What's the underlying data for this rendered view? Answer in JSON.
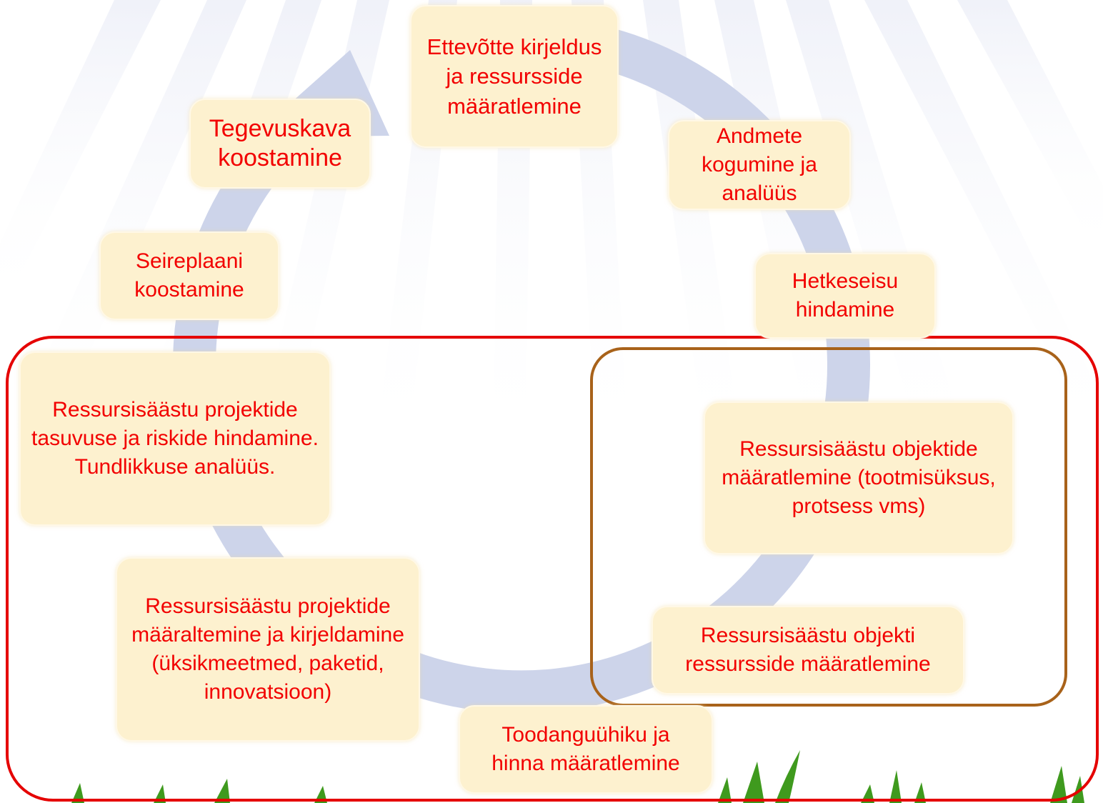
{
  "colors": {
    "box_fill": "#fdf1cf",
    "box_text": "#f20000",
    "cycle_arrow": "#cdd4ea",
    "outer_frame": "#e50000",
    "inner_frame": "#a8621a",
    "grass": "#3f9a1e"
  },
  "steps": [
    {
      "id": "ettevotte",
      "label": "Ettevõtte kirjeldus ja ressursside määratlemine"
    },
    {
      "id": "andmete",
      "label": "Andmete kogumine ja analüüs"
    },
    {
      "id": "hetkeseisu",
      "label": "Hetkeseisu hindamine"
    },
    {
      "id": "objektide",
      "label": "Ressursisäästu objektide määratlemine (tootmisüksus, protsess vms)"
    },
    {
      "id": "objekti-ressursid",
      "label": "Ressursisäästu objekti ressursside määratlemine"
    },
    {
      "id": "toodanguuhik",
      "label": "Toodanguühiku ja hinna määratlemine"
    },
    {
      "id": "projektide-maaratlemine",
      "label": "Ressursisäästu projektide määraltemine ja kirjeldamine (üksikmeetmed, paketid, innovatsioon)"
    },
    {
      "id": "tasuvus",
      "label": "Ressursisäästu projektide tasuvuse ja riskide hindamine. Tundlikkuse analüüs."
    },
    {
      "id": "seireplaan",
      "label": "Seireplaani koostamine"
    },
    {
      "id": "tegevuskava",
      "label": "Tegevuskava koostamine"
    }
  ]
}
